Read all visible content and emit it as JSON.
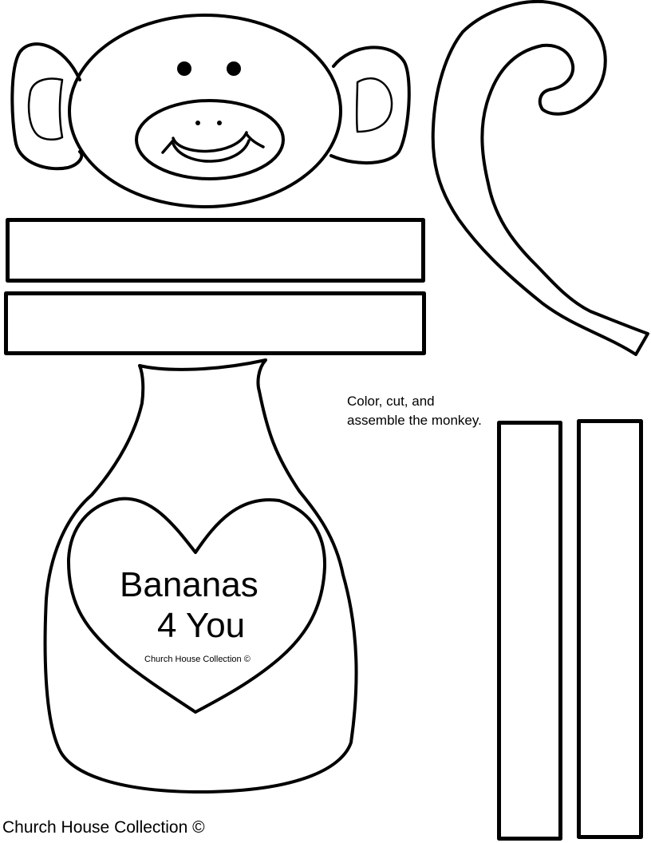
{
  "worksheet": {
    "instructions": "Color, cut, and assemble the monkey.",
    "heart": {
      "title": "Bananas",
      "subtitle": "4 You",
      "credit": "Church House Collection ©"
    },
    "footer_credit": "Church House Collection ©",
    "pieces": [
      "monkey-head",
      "left-ear",
      "right-ear",
      "tail",
      "arm-strip-1",
      "arm-strip-2",
      "body",
      "heart",
      "leg-strip-1",
      "leg-strip-2"
    ],
    "colors": {
      "stroke": "#000000",
      "background": "#ffffff"
    }
  }
}
